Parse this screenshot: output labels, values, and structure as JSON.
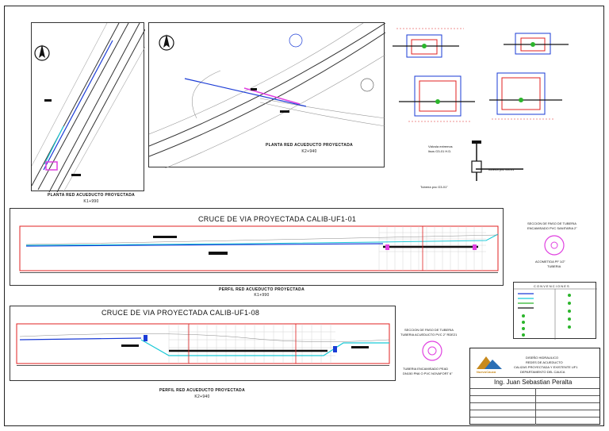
{
  "plan1": {
    "title": "PLANTA RED ACUEDUCTO PROYECTADA",
    "station": "K1+990"
  },
  "plan2": {
    "title": "PLANTA RED ACUEDUCTO PROYECTADA",
    "station": "K2+940"
  },
  "valve": {
    "label1": "Válvula extremos",
    "label2": "lisos G3-01 H.D.",
    "pipe1": "Tubería pvc G3-01\"",
    "pipe2": "Tubería pvc G3-01\""
  },
  "profile1": {
    "title": "CRUCE DE VIA PROYECTADA CALIB-UF1-01",
    "caption": "PERFIL RED ACUEDUCTO PROYECTADA",
    "station": "K1+990"
  },
  "profile2": {
    "title": "CRUCE DE VIA PROYECTADA CALIB-UF1-08",
    "caption": "PERFIL RED ACUEDUCTO PROYECTADA",
    "station": "K2+940"
  },
  "section1": {
    "title1": "SECCION DE PASO DE TUBERIA",
    "title2": "ENCAMISADO PVC SANITARIA 2\"",
    "label1": "ACOMETIDA PF 1/2\"",
    "label2": "TUBERIA"
  },
  "section2": {
    "title1": "SECCION DE PASO DE TUBERIA",
    "title2": "TUBERIA ACUEDUCTO PVC 2\" RDE21",
    "label1": "TUBERIA ENCAMISADO PEAD",
    "label2": "DN150 PN6 O PVC NOVAFORT 6\""
  },
  "legend": {
    "title": "C O N V E N C I O N E S"
  },
  "titleblock": {
    "line1": "DISEÑO HIDRAULICO",
    "line2": "REDES DE ACUEDUCTO",
    "line3": "CALIZAS PROYECTADA Y EXISTENTE UF1",
    "line4": "DEPARTAMENTO DEL CAUCA",
    "engineer": "Ing. Juan Sebastian Peralta",
    "logo": "NuevoCauca"
  },
  "colors": {
    "red": "#e02020",
    "blue": "#1a3bd6",
    "cyan": "#19c9d6",
    "magenta": "#e040e0",
    "green": "#2bb52b"
  }
}
